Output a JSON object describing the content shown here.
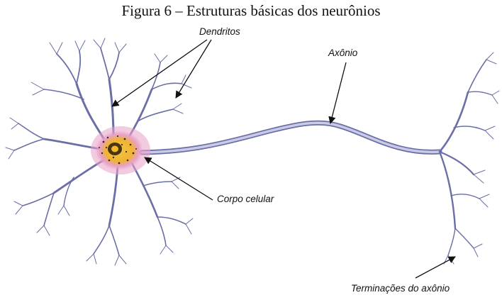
{
  "figure": {
    "title": "Figura 6 – Estruturas básicas dos neurônios",
    "labels": {
      "dendrites": "Dendritos",
      "axon": "Axônio",
      "cell_body": "Corpo celular",
      "axon_terminals": "Terminações do axônio"
    }
  },
  "colors": {
    "neuron_stroke": "#6b6fa6",
    "neuron_fill": "#c9cbe6",
    "soma_glow": "#e8a0c8",
    "nucleus": "#f5b82a",
    "granules": "#3a2a10",
    "arrow": "#111111"
  },
  "icons": [
    "neuron-illustration",
    "label-arrow"
  ]
}
